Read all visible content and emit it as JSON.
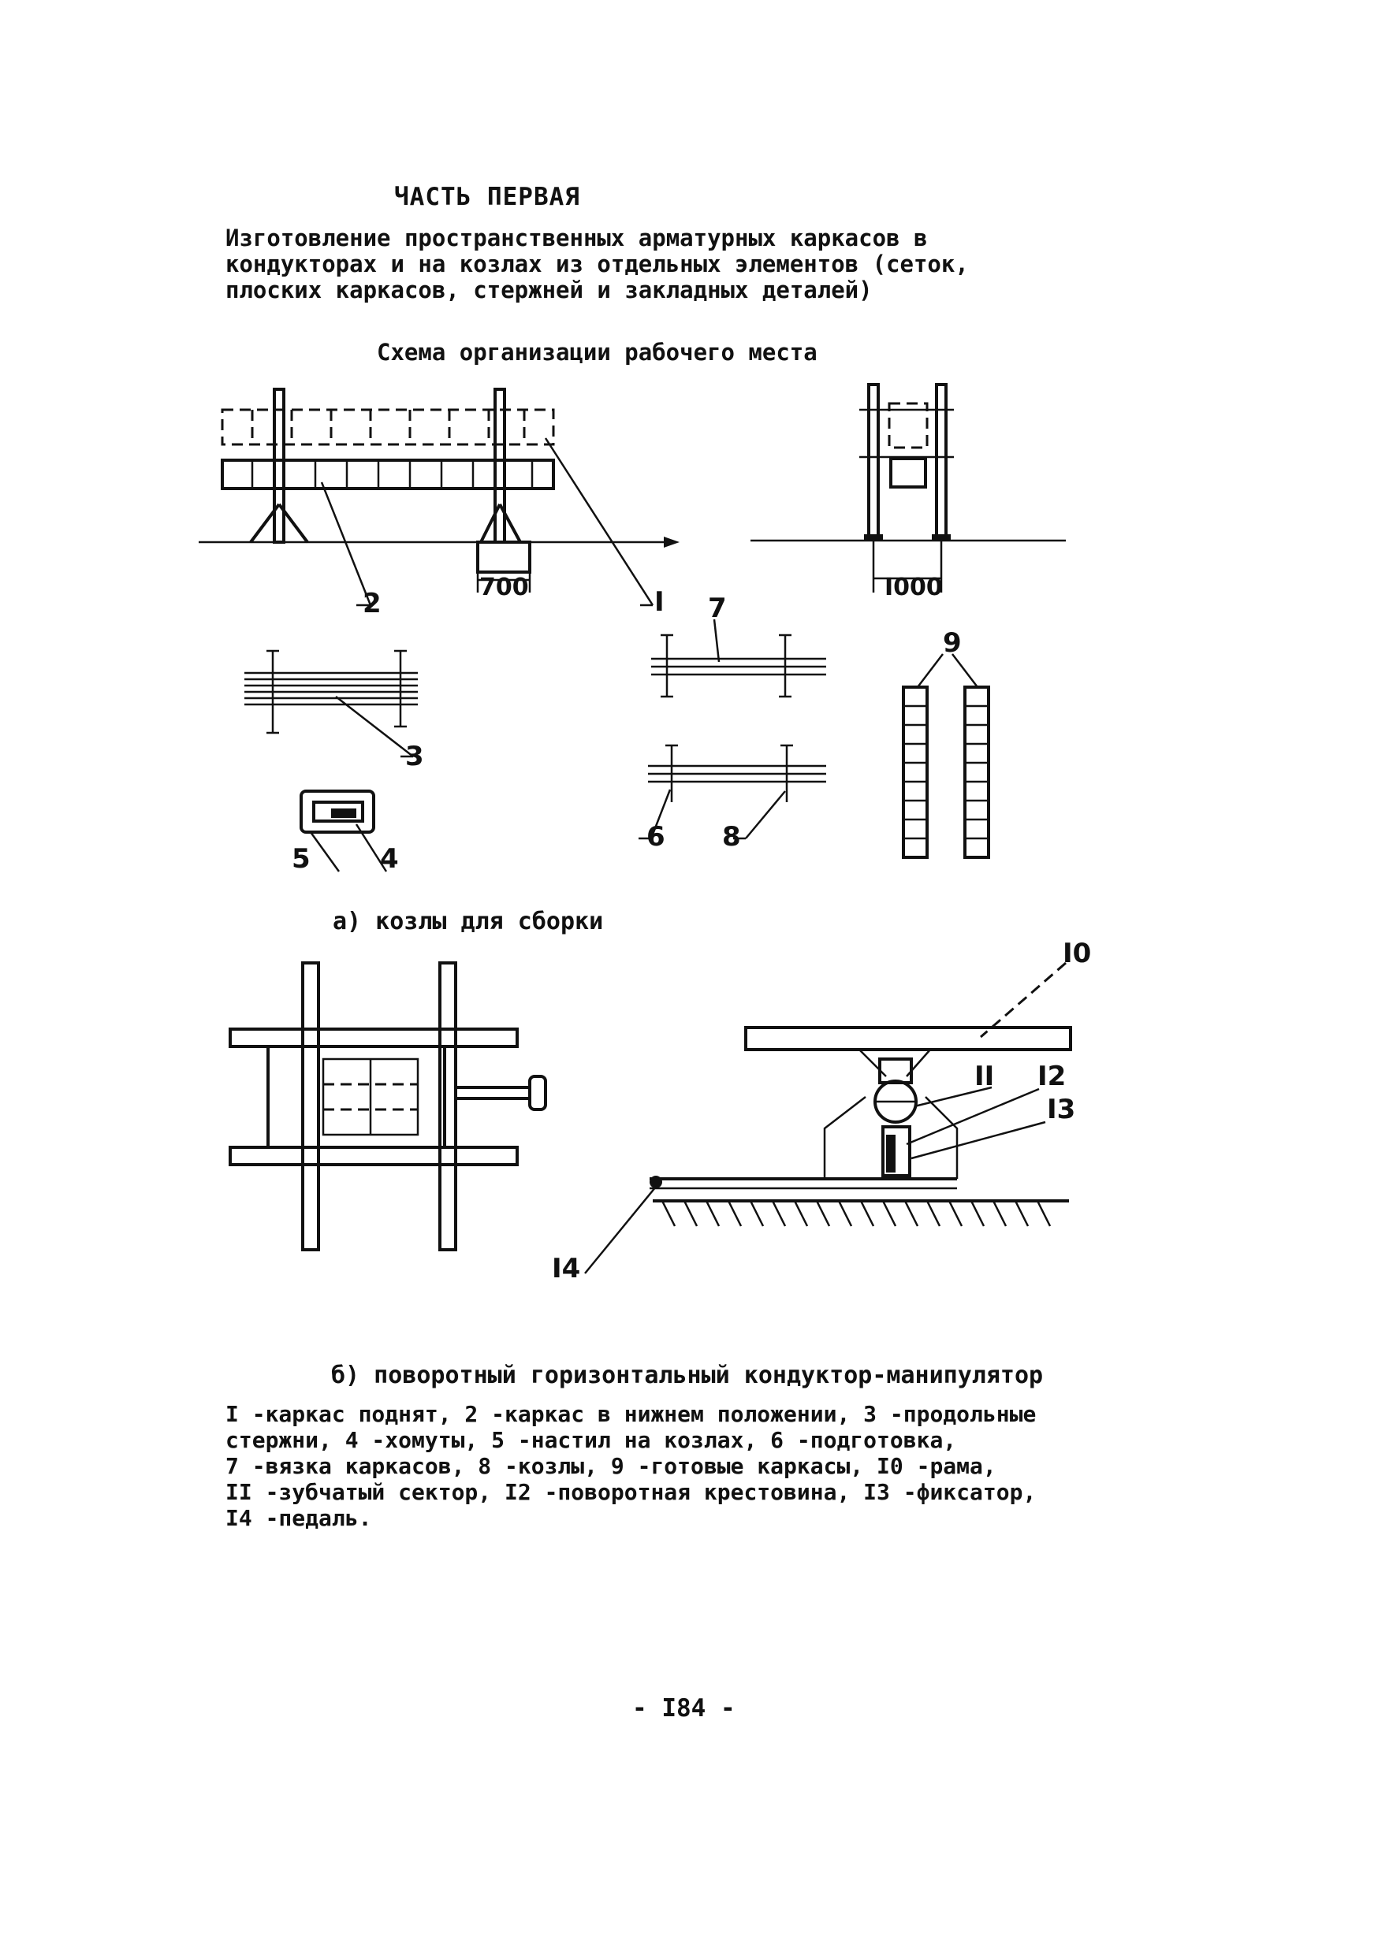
{
  "heading": {
    "part": "ЧАСТЬ ПЕРВАЯ",
    "subtitle": "Изготовление пространственных арматурных каркасов в\nкондукторах и на козлах из отдельных элементов (сеток,\nплоских каркасов, стержней и закладных деталей)"
  },
  "schema_title": "Схема организации рабочего места",
  "figure_labels": {
    "l1": "I",
    "l2": "2",
    "l3": "3",
    "l4": "4",
    "l5": "5",
    "l6": "6",
    "l7": "7",
    "l8": "8",
    "l9": "9",
    "l10": "I0",
    "l11": "II",
    "l12": "I2",
    "l13": "I3",
    "l14": "I4",
    "dim700": "700",
    "dim1000": "I000"
  },
  "caption_a": "а) козлы для сборки",
  "caption_b": "б) поворотный горизонтальный кондуктор-манипулятор",
  "legend": "I -каркас поднят, 2 -каркас в нижнем положении, 3 -продольные\nстержни, 4 -хомуты, 5 -настил на козлах, 6 -подготовка,\n7 -вязка каркасов, 8 -козлы, 9 -готовые каркасы, I0 -рама,\nII -зубчатый сектор, I2 -поворотная крестовина, I3 -фиксатор,\nI4 -педаль.",
  "page_number": "- I84 -"
}
